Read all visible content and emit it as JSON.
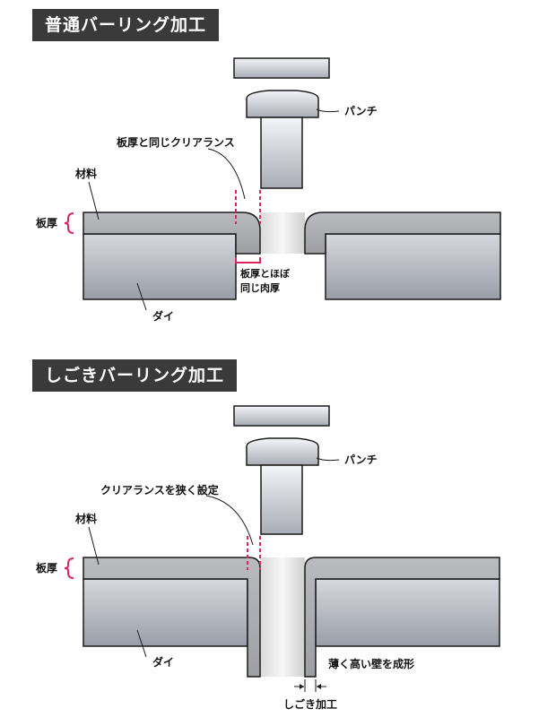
{
  "sections": [
    {
      "title": "普通バーリング加工",
      "labels": {
        "punch": "パンチ",
        "clearance": "板厚と同じクリアランス",
        "material": "材料",
        "thickness": "板厚",
        "die": "ダイ",
        "wall_line1": "板厚とほぼ",
        "wall_line2": "同じ肉厚"
      }
    },
    {
      "title": "しごきバーリング加工",
      "labels": {
        "punch": "パンチ",
        "clearance": "クリアランスを狭く設定",
        "material": "材料",
        "thickness": "板厚",
        "die": "ダイ",
        "wall": "薄く高い壁を成形",
        "ironing": "しごき加工"
      }
    }
  ],
  "colors": {
    "accent": "#e0245e",
    "banner": "#3a3a3a",
    "outline": "#1a1a1a"
  }
}
